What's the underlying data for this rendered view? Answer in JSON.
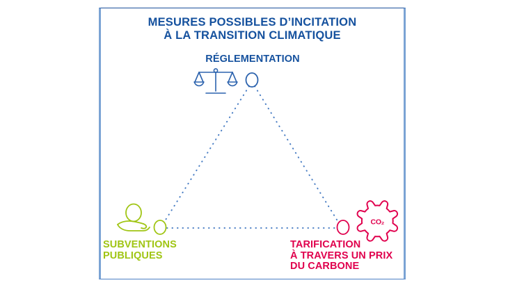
{
  "frame": {
    "border_top_color": "#1b4e9b",
    "border_side_color": "#7ba3d4",
    "background": "#ffffff"
  },
  "title": {
    "line1": "MESURES POSSIBLES D’INCITATION",
    "line2": "À LA TRANSITION CLIMATIQUE",
    "color": "#15519e"
  },
  "diagram": {
    "type": "triangle-relationship",
    "connector_style": "dotted",
    "connector_color": "#4a7ec4",
    "nodes": [
      {
        "id": "reglementation",
        "label_lines": [
          "RÉGLEMENTATION"
        ],
        "color": "#15519e",
        "icon": "balance-scales-icon",
        "position": "top"
      },
      {
        "id": "subventions",
        "label_lines": [
          "SUBVENTIONS",
          "PUBLIQUES"
        ],
        "color": "#a0c514",
        "icon": "hand-holding-coin-icon",
        "position": "bottom-left"
      },
      {
        "id": "tarification",
        "label_lines": [
          "TARIFICATION",
          "À TRAVERS UN PRIX",
          "DU CARBONE"
        ],
        "color": "#e0004d",
        "icon": "co2-gear-icon",
        "icon_text": "CO₂",
        "position": "bottom-right"
      }
    ]
  }
}
